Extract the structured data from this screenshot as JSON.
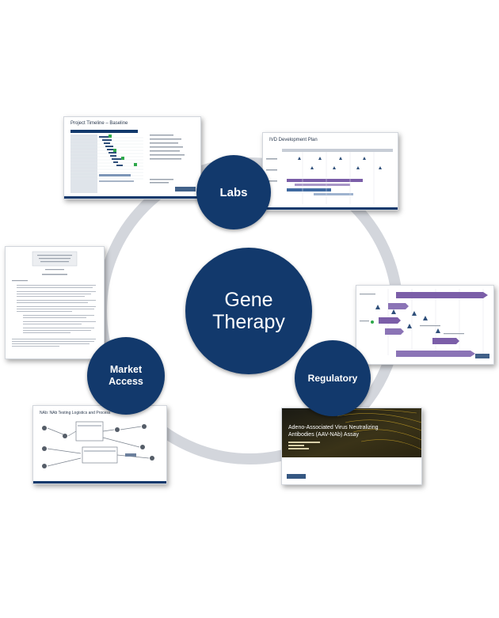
{
  "center": {
    "line1": "Gene",
    "line2": "Therapy"
  },
  "nodes": {
    "labs": "Labs",
    "regulatory": "Regulatory",
    "market_access_line1": "Market",
    "market_access_line2": "Access"
  },
  "thumbnails": {
    "timeline_title": "Project Timeline – Baseline",
    "ivd_title": "IVD Development Plan",
    "nab_title": "NAb: NAb Testing Logistics and Process",
    "assay_title_line1": "Adeno-Associated Virus Neutralizing",
    "assay_title_line2": "Antibodies (AAV-NAb) Assay"
  },
  "colors": {
    "node": "#12396c",
    "ring": "#d3d6dc",
    "gold": "#c9a227",
    "purple": "#7b5ea8"
  }
}
